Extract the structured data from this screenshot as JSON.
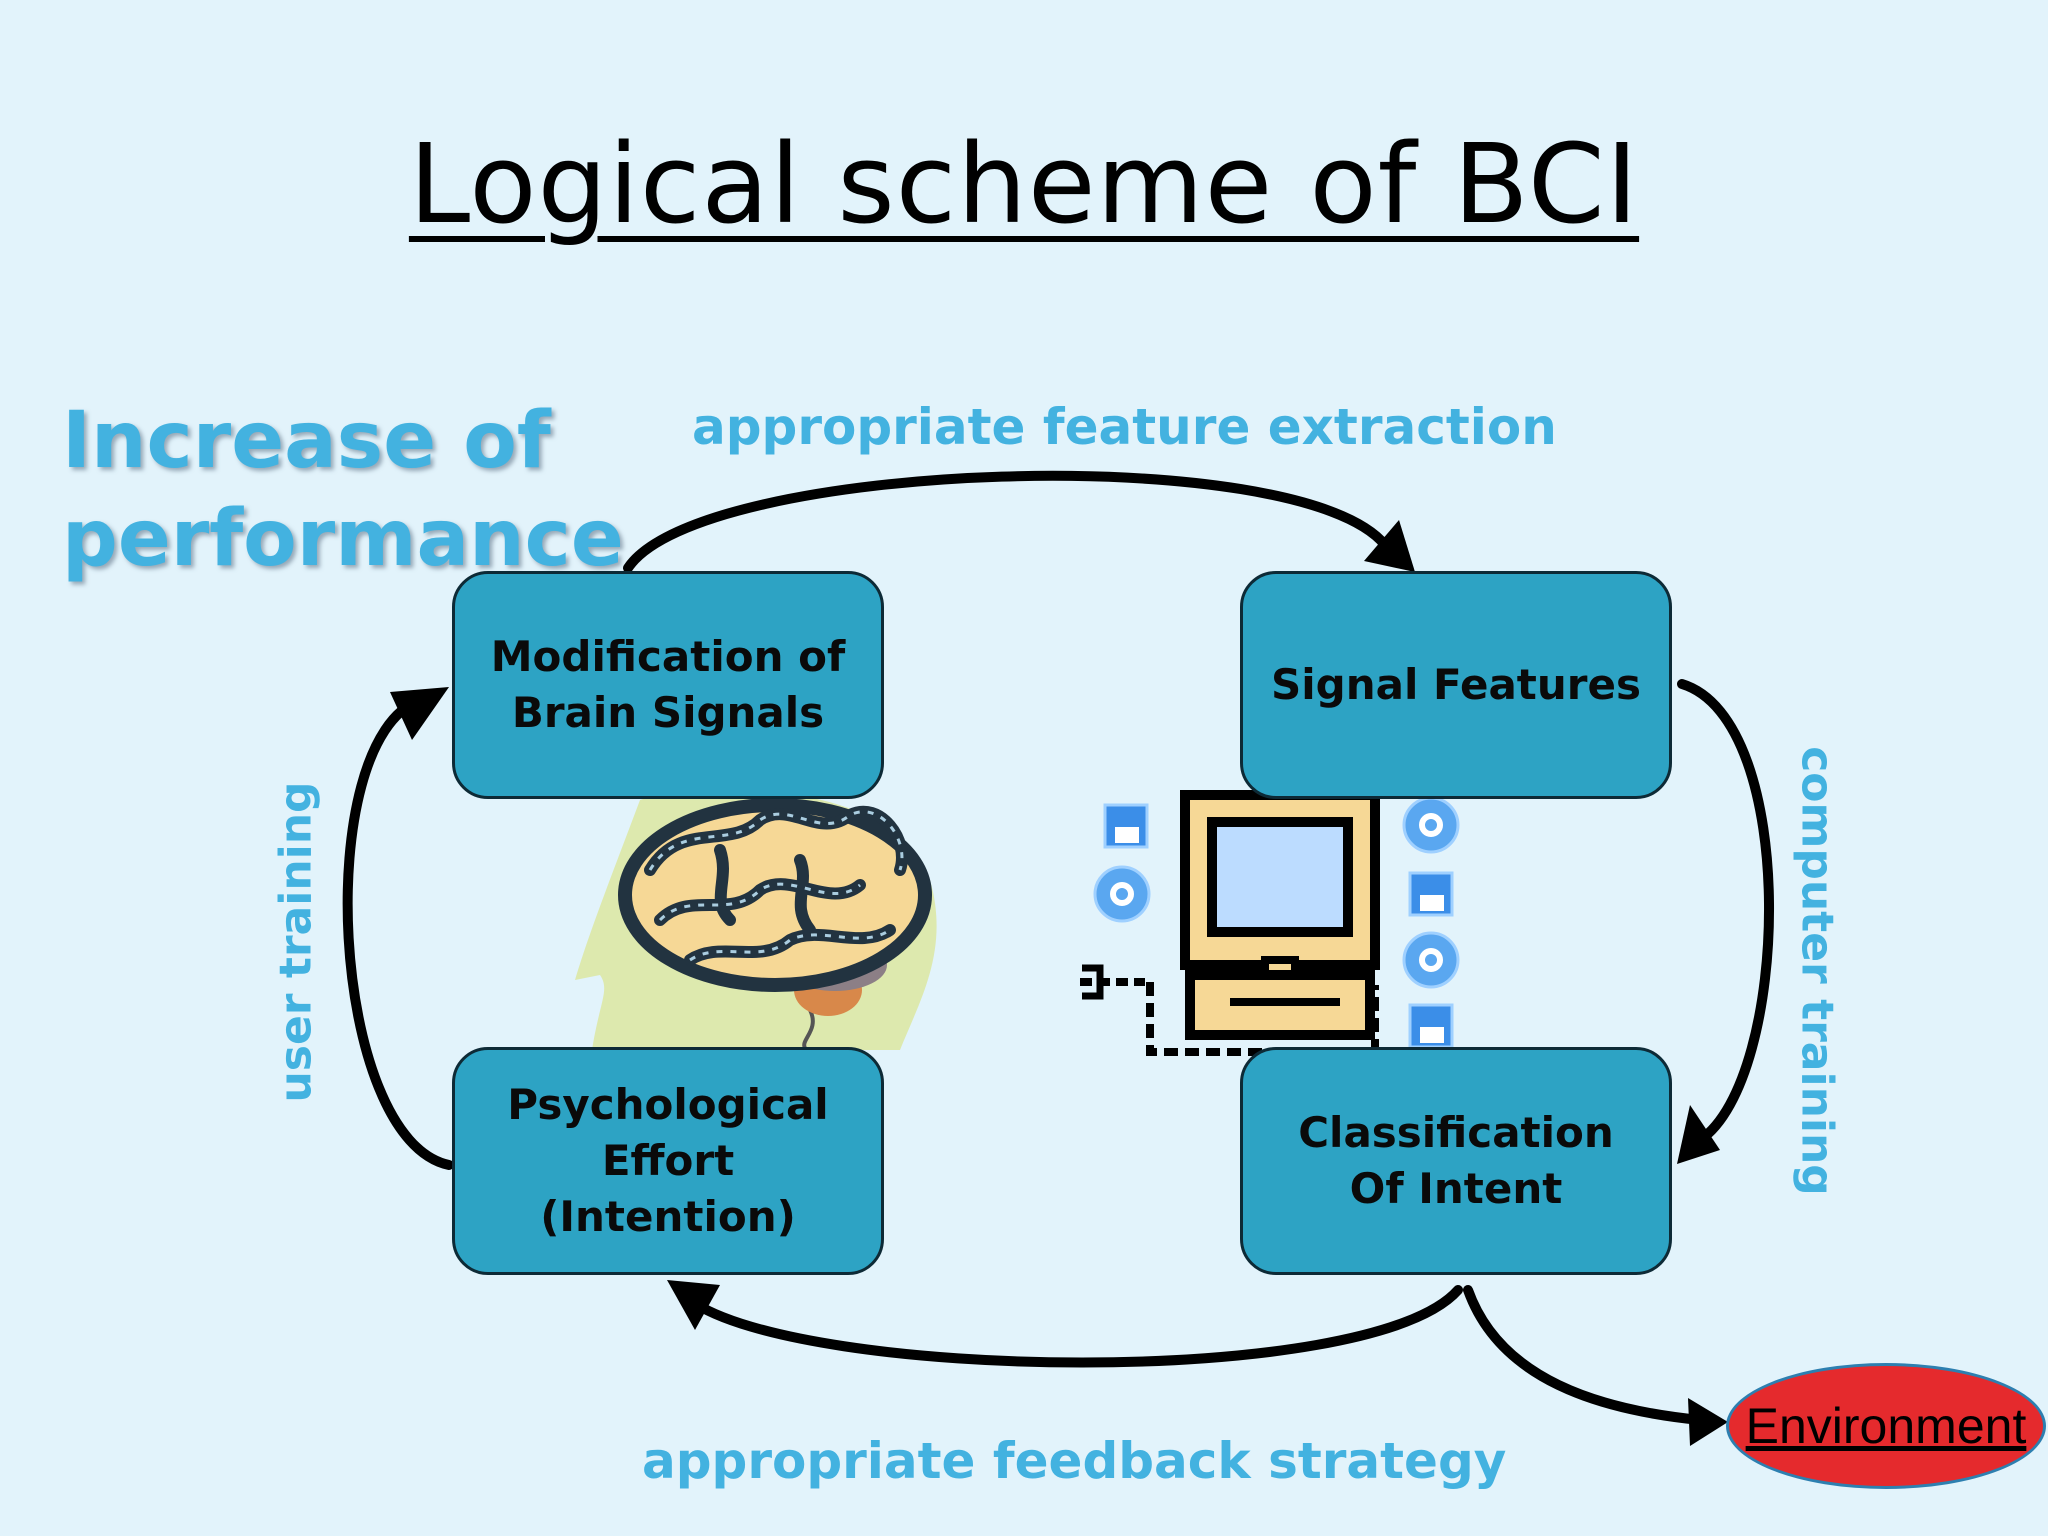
{
  "title": "Logical scheme of BCI",
  "side_heading": {
    "line1": "Increase of",
    "line2": "performance"
  },
  "labels": {
    "top": "appropriate feature extraction",
    "bottom": "appropriate feedback strategy",
    "left": "user training",
    "right": "computer training"
  },
  "boxes": {
    "top_left": "Modification of\nBrain Signals",
    "top_right": "Signal Features",
    "bottom_left": "Psychological\nEffort\n(Intention)",
    "bottom_right": "Classification\nOf Intent"
  },
  "environment": "Environment",
  "icons": [
    "brain-head-icon",
    "computer-icon"
  ],
  "colors": {
    "background": "#e2f3fb",
    "box_fill": "#2da3c4",
    "label_blue": "#43b2e0",
    "environment_fill": "#e52a2d"
  }
}
